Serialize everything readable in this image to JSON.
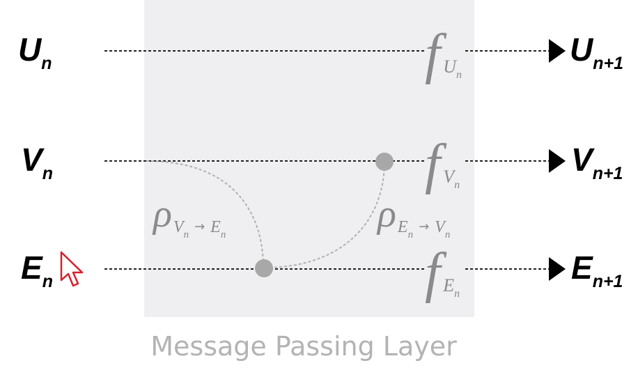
{
  "layer_caption": "Message Passing Layer",
  "inputs": {
    "u": {
      "main": "U",
      "sub": "n"
    },
    "v": {
      "main": "V",
      "sub": "n"
    },
    "e": {
      "main": "E",
      "sub": "n"
    }
  },
  "outputs": {
    "u": {
      "main": "U",
      "sub": "n+1"
    },
    "v": {
      "main": "V",
      "sub": "n+1"
    },
    "e": {
      "main": "E",
      "sub": "n+1"
    }
  },
  "functions": {
    "f_u": {
      "symbol": "f",
      "sub_main": "U",
      "sub_sub": "n"
    },
    "f_v": {
      "symbol": "f",
      "sub_main": "V",
      "sub_sub": "n"
    },
    "f_e": {
      "symbol": "f",
      "sub_main": "E",
      "sub_sub": "n"
    }
  },
  "messages": {
    "rho_v_to_e": {
      "symbol": "ρ",
      "from_main": "V",
      "from_sub": "n",
      "arrow": "→",
      "to_main": "E",
      "to_sub": "n"
    },
    "rho_e_to_v": {
      "symbol": "ρ",
      "from_main": "E",
      "from_sub": "n",
      "arrow": "→",
      "to_main": "V",
      "to_sub": "n"
    }
  },
  "colors": {
    "layer_bg": "#efeef1",
    "node": "#a8a8a8",
    "curve": "#b0b0b0",
    "math": "#8a8a8a",
    "cursor": "#d61f2b"
  },
  "icons": {
    "cursor": "mouse-pointer-icon",
    "arrowhead": "triangle-arrowhead-icon"
  }
}
